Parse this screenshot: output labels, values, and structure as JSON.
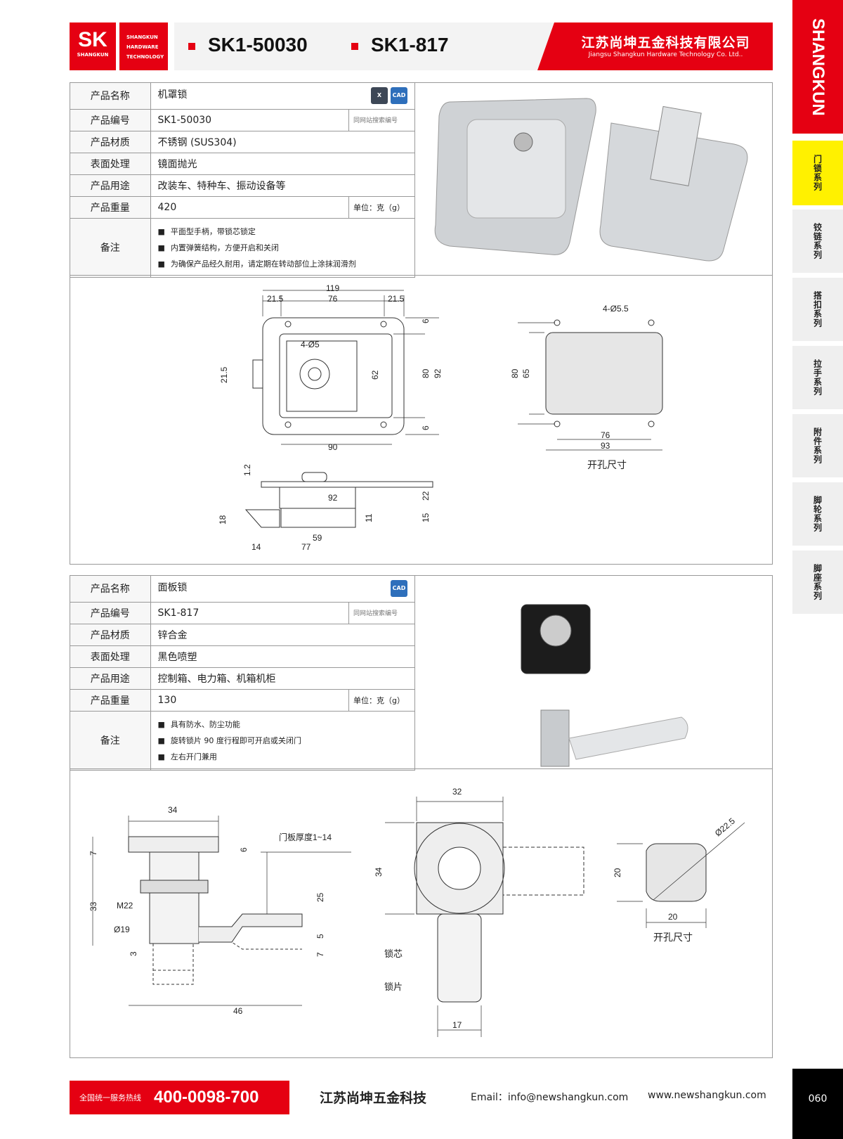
{
  "header": {
    "logo_mark": "SK",
    "logo_sub": "SHANGKUN",
    "logo_text": [
      "SHANGKUN",
      "HARDWARE",
      "TECHNOLOGY"
    ],
    "codes": [
      "SK1-50030",
      "SK1-817"
    ],
    "company_cn": "江苏尚坤五金科技有限公司",
    "company_en": "Jiangsu Shangkun Hardware Technology Co. Ltd.."
  },
  "sidebar": {
    "brand": "SHANGKUN",
    "items": [
      {
        "label": "门锁系列",
        "active": true
      },
      {
        "label": "铰链系列"
      },
      {
        "label": "搭扣系列"
      },
      {
        "label": "拉手系列"
      },
      {
        "label": "附件系列"
      },
      {
        "label": "脚轮系列"
      },
      {
        "label": "脚座系列"
      }
    ]
  },
  "labels": {
    "name": "产品名称",
    "code": "产品编号",
    "material": "产品材质",
    "surface": "表面处理",
    "usage": "产品用途",
    "weight": "产品重量",
    "notes": "备注",
    "search_hint": "同网站搜索编号",
    "unit": "单位：克（g）",
    "cad": "CAD",
    "x_icon": "X"
  },
  "products": [
    {
      "name": "机罩锁",
      "code": "SK1-50030",
      "material": "不锈钢 (SUS304)",
      "surface": "镜面抛光",
      "usage": "改装车、特种车、振动设备等",
      "weight": "420",
      "notes": [
        "平面型手柄，带锁芯锁定",
        "内置弹簧结构，方便开启和关闭",
        "为确保产品经久耐用，请定期在转动部位上涂抹润滑剂"
      ],
      "dims": [
        "119",
        "21.5",
        "76",
        "21.5",
        "6",
        "62",
        "80",
        "92",
        "6",
        "21.5",
        "4-Ø5",
        "90",
        "4-Ø5.5",
        "80",
        "65",
        "76",
        "93",
        "开孔尺寸",
        "1.2",
        "92",
        "22",
        "18",
        "11",
        "15",
        "59",
        "14",
        "77"
      ]
    },
    {
      "name": "面板锁",
      "code": "SK1-817",
      "material": "锌合金",
      "surface": "黑色喷塑",
      "usage": "控制箱、电力箱、机箱机柜",
      "weight": "130",
      "notes": [
        "具有防水、防尘功能",
        "旋转锁片 90 度行程即可开启或关闭门",
        "左右开门兼用"
      ],
      "dims": [
        "34",
        "门板厚度1~14",
        "7",
        "6",
        "33",
        "25",
        "M22",
        "Ø19",
        "5",
        "3",
        "7",
        "46",
        "32",
        "34",
        "锁芯",
        "锁片",
        "17",
        "Ø22.5",
        "20",
        "20",
        "开孔尺寸"
      ]
    }
  ],
  "footer": {
    "hotline_label": "全国统一服务热线",
    "hotline": "400-0098-700",
    "company": "江苏尚坤五金科技",
    "email": "Email：info@newshangkun.com",
    "web": "www.newshangkun.com",
    "page": "060"
  }
}
